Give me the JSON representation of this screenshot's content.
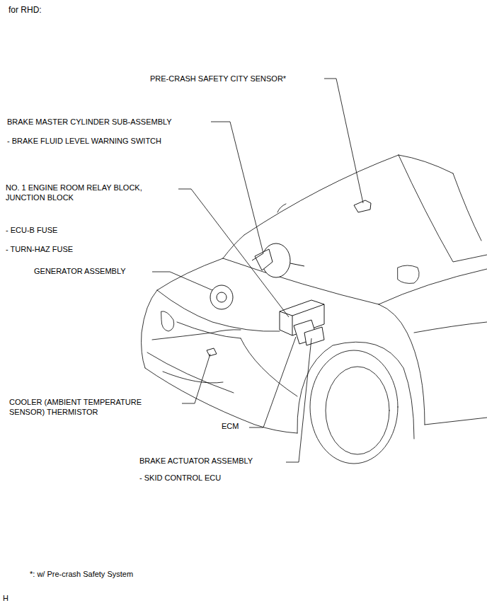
{
  "diagram": {
    "title": "for RHD:",
    "labels": [
      "PRE-CRASH SAFETY CITY SENSOR*",
      "BRAKE MASTER CYLINDER SUB-ASSEMBLY",
      "- BRAKE FLUID LEVEL WARNING SWITCH",
      "NO. 1 ENGINE ROOM RELAY BLOCK, JUNCTION BLOCK",
      "- ECU-B FUSE",
      "- TURN-HAZ FUSE",
      "GENERATOR ASSEMBLY",
      "COOLER (AMBIENT TEMPERATURE SENSOR) THERMISTOR",
      "ECM",
      "BRAKE ACTUATOR ASSEMBLY",
      "- SKID CONTROL ECU",
      "*: w/ Pre-crash Safety System",
      "H"
    ]
  }
}
